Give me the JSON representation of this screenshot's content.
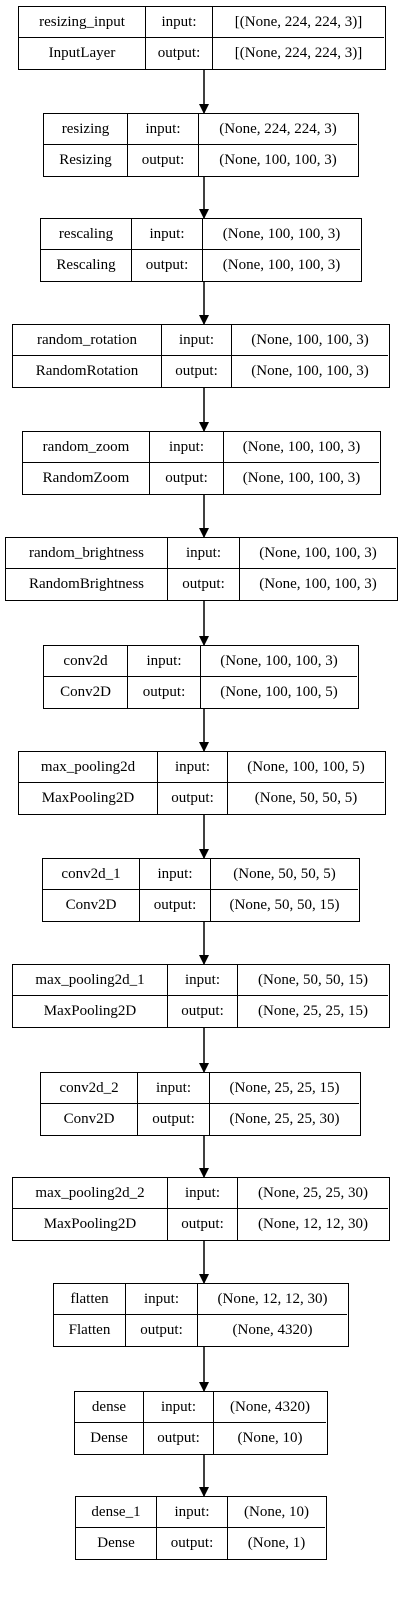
{
  "port_labels": {
    "input": "input:",
    "output": "output:"
  },
  "nodes": [
    {
      "name": "resizing_input",
      "class": "InputLayer",
      "input": "[(None, 224, 224, 3)]",
      "output": "[(None, 224, 224, 3)]"
    },
    {
      "name": "resizing",
      "class": "Resizing",
      "input": "(None, 224, 224, 3)",
      "output": "(None, 100, 100, 3)"
    },
    {
      "name": "rescaling",
      "class": "Rescaling",
      "input": "(None, 100, 100, 3)",
      "output": "(None, 100, 100, 3)"
    },
    {
      "name": "random_rotation",
      "class": "RandomRotation",
      "input": "(None, 100, 100, 3)",
      "output": "(None, 100, 100, 3)"
    },
    {
      "name": "random_zoom",
      "class": "RandomZoom",
      "input": "(None, 100, 100, 3)",
      "output": "(None, 100, 100, 3)"
    },
    {
      "name": "random_brightness",
      "class": "RandomBrightness",
      "input": "(None, 100, 100, 3)",
      "output": "(None, 100, 100, 3)"
    },
    {
      "name": "conv2d",
      "class": "Conv2D",
      "input": "(None, 100, 100, 3)",
      "output": "(None, 100, 100, 5)"
    },
    {
      "name": "max_pooling2d",
      "class": "MaxPooling2D",
      "input": "(None, 100, 100, 5)",
      "output": "(None, 50, 50, 5)"
    },
    {
      "name": "conv2d_1",
      "class": "Conv2D",
      "input": "(None, 50, 50, 5)",
      "output": "(None, 50, 50, 15)"
    },
    {
      "name": "max_pooling2d_1",
      "class": "MaxPooling2D",
      "input": "(None, 50, 50, 15)",
      "output": "(None, 25, 25, 15)"
    },
    {
      "name": "conv2d_2",
      "class": "Conv2D",
      "input": "(None, 25, 25, 15)",
      "output": "(None, 25, 25, 30)"
    },
    {
      "name": "max_pooling2d_2",
      "class": "MaxPooling2D",
      "input": "(None, 25, 25, 30)",
      "output": "(None, 12, 12, 30)"
    },
    {
      "name": "flatten",
      "class": "Flatten",
      "input": "(None, 12, 12, 30)",
      "output": "(None, 4320)"
    },
    {
      "name": "dense",
      "class": "Dense",
      "input": "(None, 4320)",
      "output": "(None, 10)"
    },
    {
      "name": "dense_1",
      "class": "Dense",
      "input": "(None, 10)",
      "output": "(None, 1)"
    }
  ]
}
